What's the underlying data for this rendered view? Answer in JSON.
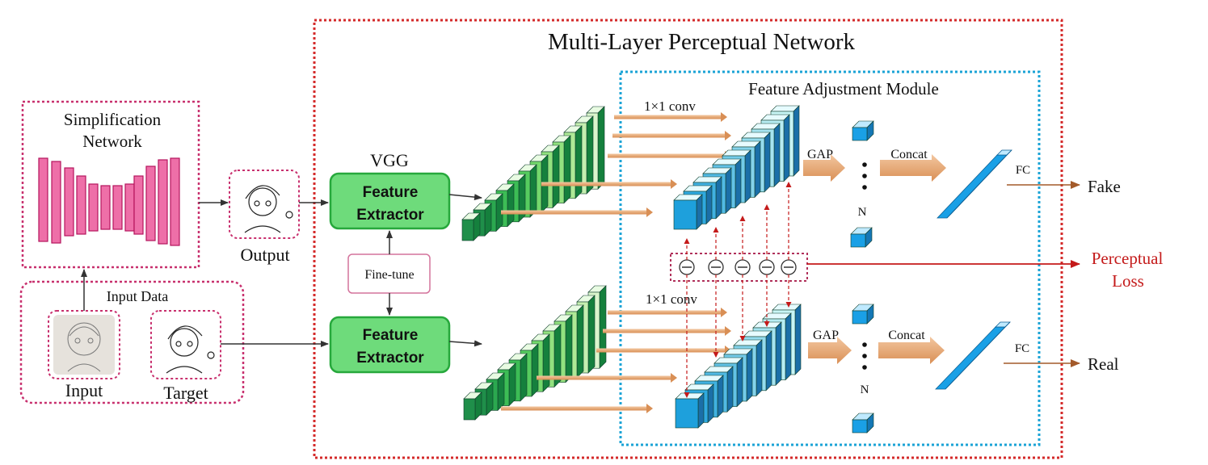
{
  "title": "Multi-Layer Perceptual Network",
  "simplification": {
    "title_line1": "Simplification",
    "title_line2": "Network"
  },
  "output_label": "Output",
  "input_data": {
    "title": "Input Data",
    "input_label": "Input",
    "target_label": "Target"
  },
  "vgg": {
    "label": "VGG",
    "extractor_line1": "Feature",
    "extractor_line2": "Extractor",
    "fine_tune": "Fine-tune"
  },
  "fam": {
    "title": "Feature Adjustment Module",
    "conv_label": "1×1 conv",
    "gap_label": "GAP",
    "concat_label": "Concat",
    "fc_label": "FC",
    "n_label": "N"
  },
  "outputs": {
    "fake": "Fake",
    "real": "Real",
    "loss_line1": "Perceptual",
    "loss_line2": "Loss"
  },
  "colors": {
    "outer_border": "#d42a2a",
    "fam_border": "#1aa3d6",
    "pink_border": "#c8306e",
    "pink_block": "#ee6fa8",
    "green_button": "#6edb7b",
    "arrow_orange": "#e7a873",
    "cube_blue": "#1aa0e6",
    "loss_red": "#c41a1a"
  }
}
